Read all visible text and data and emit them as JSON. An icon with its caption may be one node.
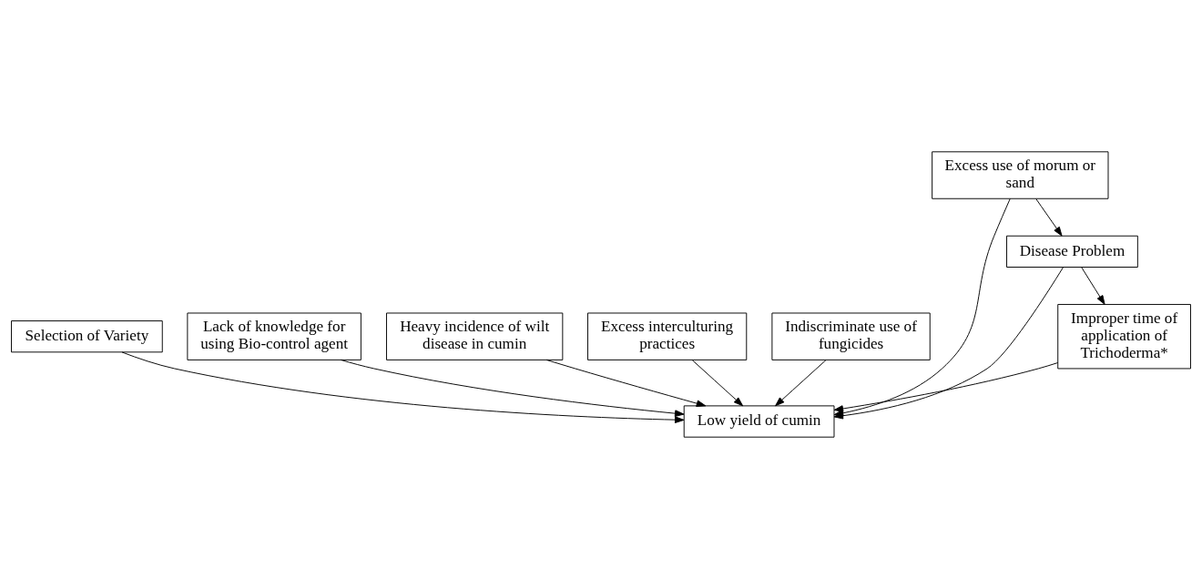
{
  "diagram": {
    "nodes": [
      {
        "text": [
          "Selection of Variety"
        ]
      },
      {
        "text": [
          "Lack of knowledge for using Bio-control agent"
        ]
      },
      {
        "text": [
          "Heavy incidence of wilt disease in cumin"
        ]
      },
      {
        "text": [
          "Excess interculturing practices"
        ]
      },
      {
        "text": [
          "Low yield of cumin"
        ]
      },
      {
        "text": [
          "Indiscriminate use of fungicides"
        ]
      },
      {
        "text": [
          "Excess use of morum or sand"
        ]
      },
      {
        "text": [
          "Disease Problem"
        ]
      },
      {
        "text": [
          "Improper time of application of Trichoderma*"
        ]
      }
    ],
    "edges": [
      {
        "from": 0,
        "to": 4,
        "arrow": "to"
      },
      {
        "from": 1,
        "to": 4,
        "arrow": "to"
      },
      {
        "from": 2,
        "to": 4,
        "arrow": "to"
      },
      {
        "from": 3,
        "to": 4,
        "arrow": "to"
      },
      {
        "from": 5,
        "to": 4,
        "arrow": "to"
      },
      {
        "from": 6,
        "to": 4,
        "arrow": "to"
      },
      {
        "from": 7,
        "to": 4,
        "arrow": "to"
      },
      {
        "from": 6,
        "to": 7,
        "arrow": "to"
      },
      {
        "from": 7,
        "to": 8,
        "arrow": "to"
      },
      {
        "from": 8,
        "to": 4,
        "arrow": "to"
      }
    ]
  }
}
